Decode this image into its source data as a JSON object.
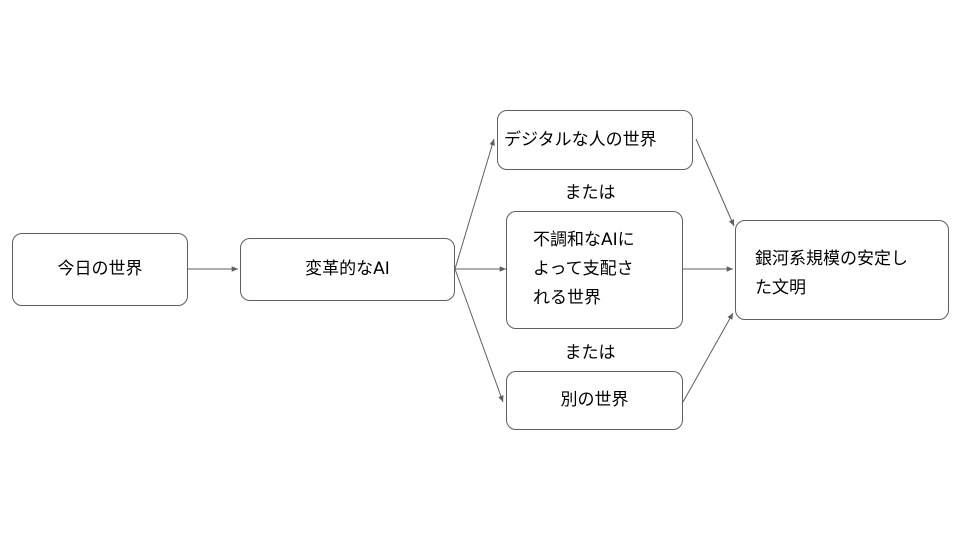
{
  "nodes": {
    "today": "今日の世界",
    "transformative_ai": "変革的なAI",
    "digital_people": "デジタルな人の世界",
    "misaligned_ai": "不調和なAIに\nよって支配さ\nれる世界",
    "other_world": "別の世界",
    "galaxy_civilization": "銀河系規模の安定し\nた文明"
  },
  "connector_labels": {
    "or_1": "または",
    "or_2": "または"
  },
  "colors": {
    "border": "#5f5f5f",
    "arrow": "#5f5f5f",
    "text": "#000000",
    "background": "#ffffff"
  }
}
